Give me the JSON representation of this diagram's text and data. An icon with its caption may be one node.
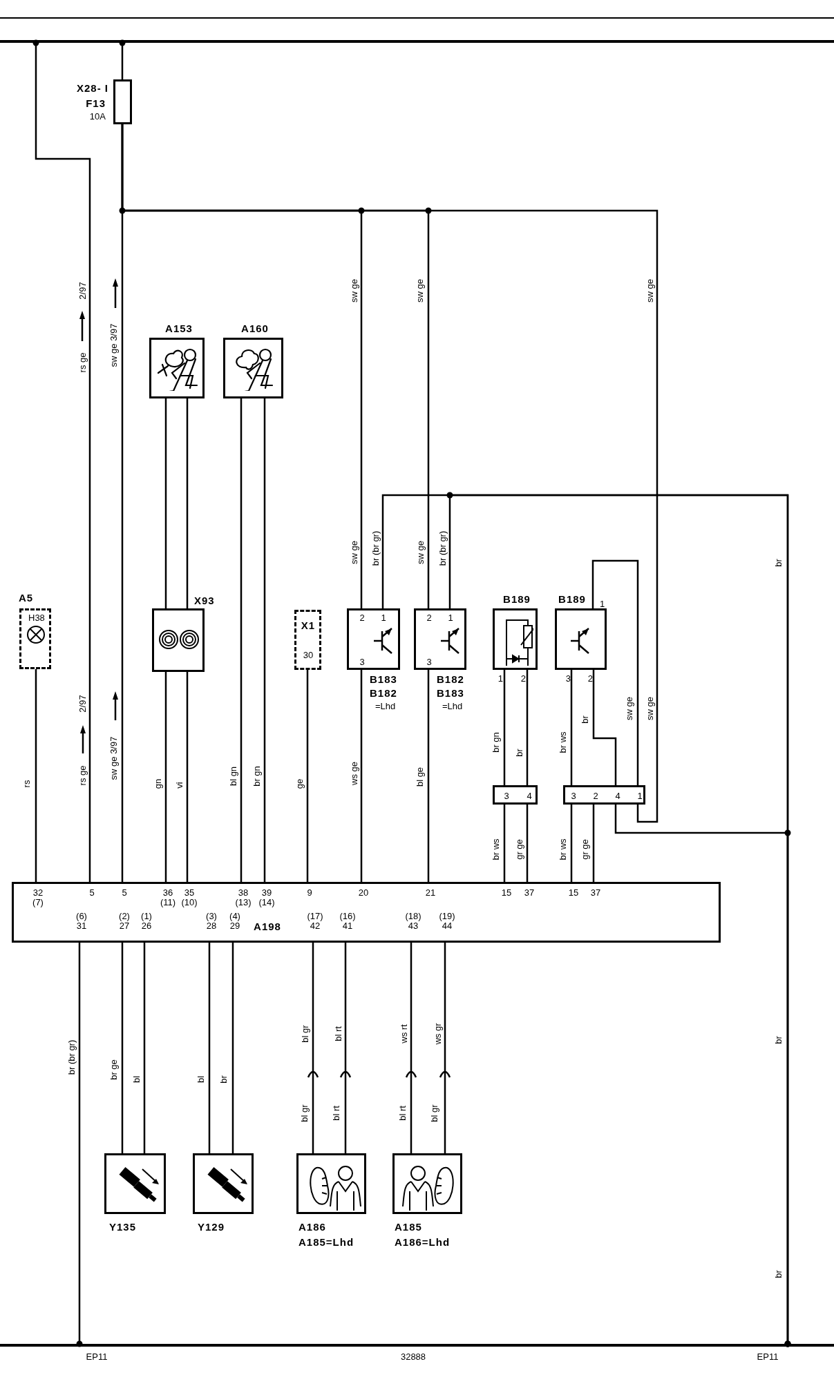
{
  "diagram": {
    "nodes": [
      {
        "text": [],
        "shape": "bar"
      },
      {
        "text": [
          "X28- I",
          "F13",
          "10A"
        ]
      },
      {
        "text": [
          "A153"
        ]
      },
      {
        "text": [
          "A160"
        ]
      },
      {
        "text": [
          "A5",
          "H38"
        ]
      },
      {
        "text": [
          "X93"
        ]
      },
      {
        "text": [
          "X1",
          "30"
        ]
      },
      {
        "text": [
          "2",
          "1",
          "3",
          "B183",
          "B182",
          "=Lhd"
        ]
      },
      {
        "text": [
          "2",
          "1",
          "3",
          "B182",
          "B183",
          "=Lhd"
        ]
      },
      {
        "text": [
          "B189",
          "1",
          "2"
        ]
      },
      {
        "text": [
          "B189",
          "1",
          "3",
          "2"
        ]
      },
      {
        "text": [
          "3",
          "4"
        ]
      },
      {
        "text": [
          "3",
          "2",
          "4",
          "1"
        ]
      },
      {
        "text": [
          "32 (7)",
          "5",
          "5",
          "36 (11)",
          "35 (10)",
          "38 (13)",
          "39 (14)",
          "9",
          "20",
          "21",
          "15",
          "37",
          "15",
          "37",
          "(6) 31",
          "(2) 27",
          "(1) 26",
          "(3) 28",
          "(4) 29",
          "A198",
          "(17) 42",
          "(16) 41",
          "(18) 43",
          "(19) 44"
        ]
      },
      {
        "text": [
          "Y135"
        ]
      },
      {
        "text": [
          "Y129"
        ]
      },
      {
        "text": [
          "A186",
          "**A185**=Lhd"
        ]
      },
      {
        "text": [
          "A185",
          "**A186**=Lhd"
        ]
      },
      {
        "text": [],
        "shape": "bar",
        "beside": [
          "EP11",
          "EP11"
        ]
      }
    ],
    "edges": [
      {
        "from": 0,
        "to": 13,
        "arrow": "other"
      },
      {
        "from": 0,
        "to": 1,
        "arrow": "other"
      },
      {
        "from": 1,
        "to": 13,
        "arrow": "none"
      },
      {
        "from": 1,
        "to": 7,
        "arrow": "none"
      },
      {
        "from": 1,
        "to": 8,
        "arrow": "none"
      },
      {
        "from": 1,
        "to": 12,
        "arrow": "none"
      },
      {
        "from": 12,
        "to": 10,
        "arrow": "none"
      },
      {
        "from": 7,
        "to": 18,
        "arrow": "other"
      },
      {
        "from": 8,
        "to": 18,
        "arrow": "other"
      },
      {
        "from": 12,
        "to": 18,
        "arrow": "other"
      },
      {
        "from": 10,
        "to": 12,
        "arrow": "none"
      },
      {
        "from": 4,
        "to": 13,
        "arrow": "none"
      },
      {
        "from": 2,
        "to": 5,
        "arrow": "none"
      },
      {
        "from": 2,
        "to": 5,
        "arrow": "none"
      },
      {
        "from": 5,
        "to": 13,
        "arrow": "none"
      },
      {
        "from": 5,
        "to": 13,
        "arrow": "none"
      },
      {
        "from": 3,
        "to": 13,
        "arrow": "none"
      },
      {
        "from": 3,
        "to": 13,
        "arrow": "none"
      },
      {
        "from": 6,
        "to": 13,
        "arrow": "none"
      },
      {
        "from": 7,
        "to": 13,
        "arrow": "none"
      },
      {
        "from": 8,
        "to": 13,
        "arrow": "none"
      },
      {
        "from": 9,
        "to": 11,
        "arrow": "none"
      },
      {
        "from": 9,
        "to": 11,
        "arrow": "none"
      },
      {
        "from": 11,
        "to": 13,
        "arrow": "none"
      },
      {
        "from": 11,
        "to": 13,
        "arrow": "none"
      },
      {
        "from": 10,
        "to": 12,
        "arrow": "none"
      },
      {
        "from": 12,
        "to": 13,
        "arrow": "none"
      },
      {
        "from": 12,
        "to": 13,
        "arrow": "none"
      },
      {
        "from": 13,
        "to": 18,
        "arrow": "other"
      },
      {
        "from": 13,
        "to": 14,
        "arrow": "none"
      },
      {
        "from": 13,
        "to": 14,
        "arrow": "none"
      },
      {
        "from": 13,
        "to": 15,
        "arrow": "none"
      },
      {
        "from": 13,
        "to": 15,
        "arrow": "none"
      },
      {
        "from": 13,
        "to": 16,
        "arrow": "none"
      },
      {
        "from": 13,
        "to": 16,
        "arrow": "none"
      },
      {
        "from": 13,
        "to": 17,
        "arrow": "none"
      },
      {
        "from": 13,
        "to": 17,
        "arrow": "none"
      }
    ],
    "labels": [
      "2/97",
      "rs ge",
      "sw ge 3/97",
      "sw ge",
      "sw ge",
      "sw ge",
      "sw ge",
      "br (br gr)",
      "sw ge",
      "br (br gr)",
      "br",
      "rs",
      "2/97",
      "rs ge",
      "sw ge 3/97",
      "gn",
      "vi",
      "bl gn",
      "br gn",
      "ge",
      "ws ge",
      "bl ge",
      "br gn",
      "br",
      "br ws",
      "br",
      "sw ge",
      "sw ge",
      "br ws",
      "gr ge",
      "br ws",
      "gr ge",
      "br (br gr)",
      "br ge",
      "bl",
      "bl",
      "br",
      "bl gr",
      "bl rt",
      "ws rt",
      "ws gr",
      "br",
      "bl gr",
      "bl rt",
      "bl rt",
      "bl gr",
      "br",
      "32888"
    ]
  }
}
